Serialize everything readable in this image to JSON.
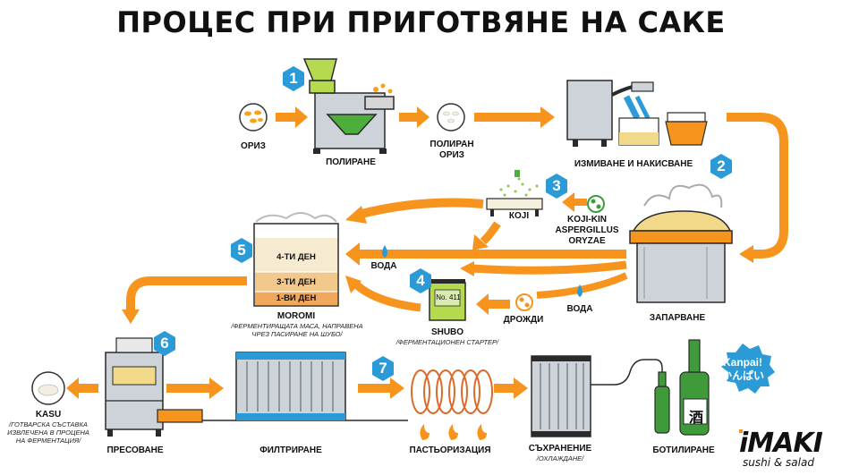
{
  "title": "ПРОЦЕС ПРИ ПРИГОТВЯНЕ НА САКЕ",
  "colors": {
    "accent": "#f7941d",
    "step": "#2b9bd8",
    "steel": "#cdd3d8",
    "dark": "#2a2a2a",
    "green": "#3f9b3a"
  },
  "steps": [
    "1",
    "2",
    "3",
    "4",
    "5",
    "6",
    "7"
  ],
  "labels": {
    "rice": "ОРИЗ",
    "polishing": "ПОЛИРАНЕ",
    "polished_rice": "ПОЛИРАН\nОРИЗ",
    "washing": "ИЗМИВАНЕ И НАКИСВАНЕ",
    "koji": "КОЈI",
    "koji_kin": "KOJI-KIN\nASPERGILLUS ORYZAE",
    "water_top": "ВОДА",
    "water_bottom": "ВОДА",
    "yeast": "ДРОЖДИ",
    "steaming": "ЗАПАРВАНЕ",
    "moromi": "MOROMI",
    "moromi_sub": "/ФЕРМЕНТИРАЩАТА МАСА, НАПРАВЕНА\nЧРЕЗ ПАСИРАНЕ НА ШУБО/",
    "shubo": "SHUBO",
    "shubo_sub": "/ФЕРМЕНТАЦИОНЕН СТАРТЕР/",
    "shubo_no": "No. 411",
    "kasu": "KASU",
    "kasu_sub": "/ГОТВАРСКА СЪСТАВКА\nИЗВЛЕЧЕНА В ПРОЦЕНА\nНА ФЕРМЕНТАЦИЯ/",
    "pressing": "ПРЕСОВАНЕ",
    "filtering": "ФИЛТРИРАНЕ",
    "pasteurization": "ПАСТЬОРИЗАЦИЯ",
    "storage": "СЪХРАНЕНИЕ",
    "storage_sub": "/ОХЛАЖДАНЕ/",
    "bottling": "БОТИЛИРАНЕ"
  },
  "days": [
    "4-ТИ ДЕН",
    "3-ТИ ДЕН",
    "1-ВИ ДЕН"
  ],
  "kanpai": "Kanpai!\nかんぱい",
  "bottle_kanji": "酒",
  "brand": {
    "name": "iMAKI",
    "tagline": "sushi & salad"
  }
}
